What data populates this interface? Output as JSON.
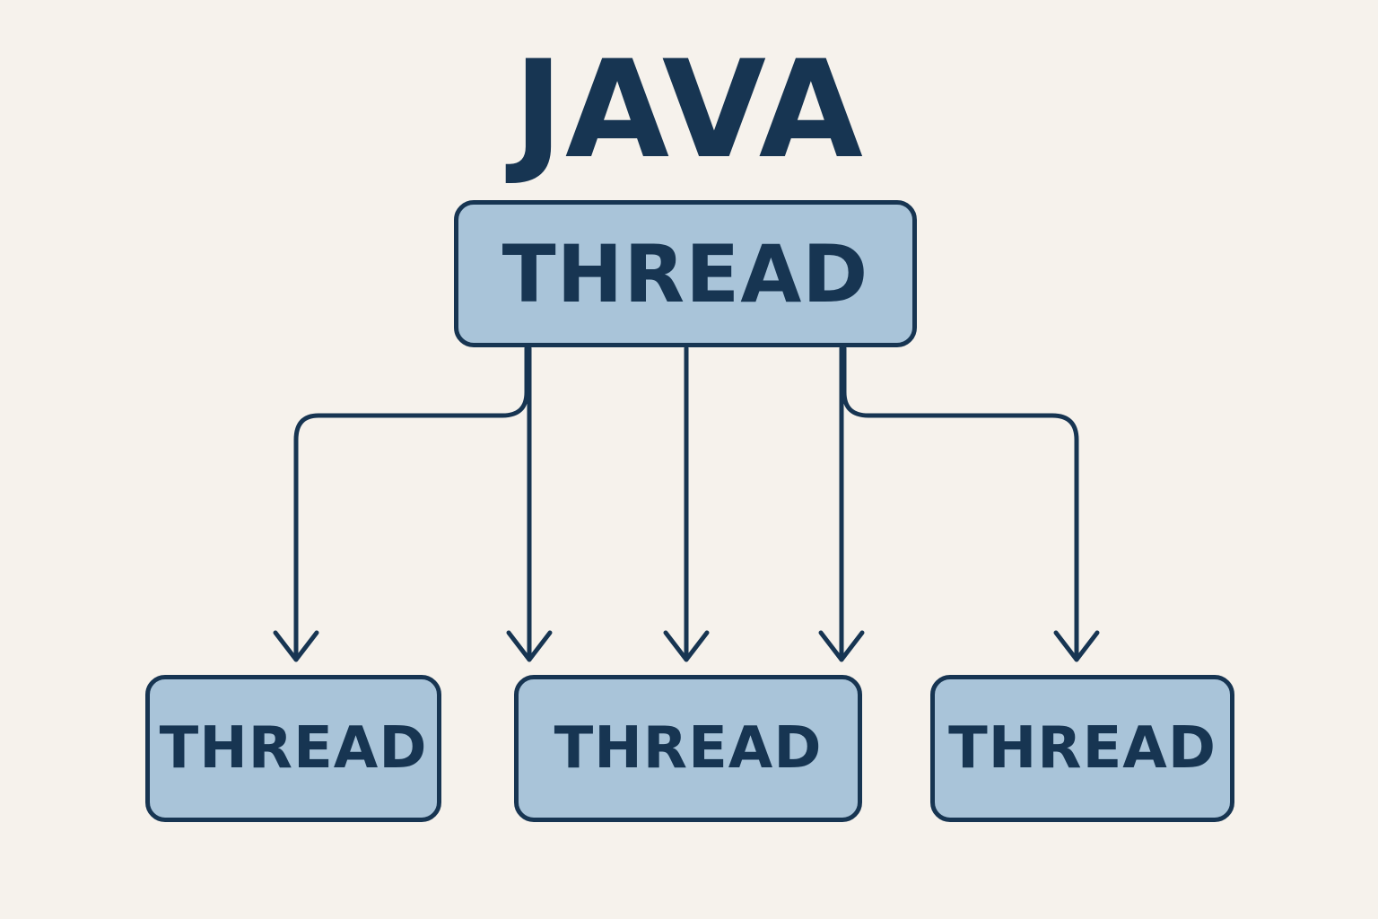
{
  "title": "JAVA",
  "root": {
    "label": "THREAD"
  },
  "children": [
    {
      "label": "THREAD"
    },
    {
      "label": "THREAD"
    },
    {
      "label": "THREAD"
    }
  ],
  "colors": {
    "background": "#f6f2ec",
    "node_fill": "#a9c4d9",
    "stroke": "#173552",
    "text": "#173552"
  }
}
